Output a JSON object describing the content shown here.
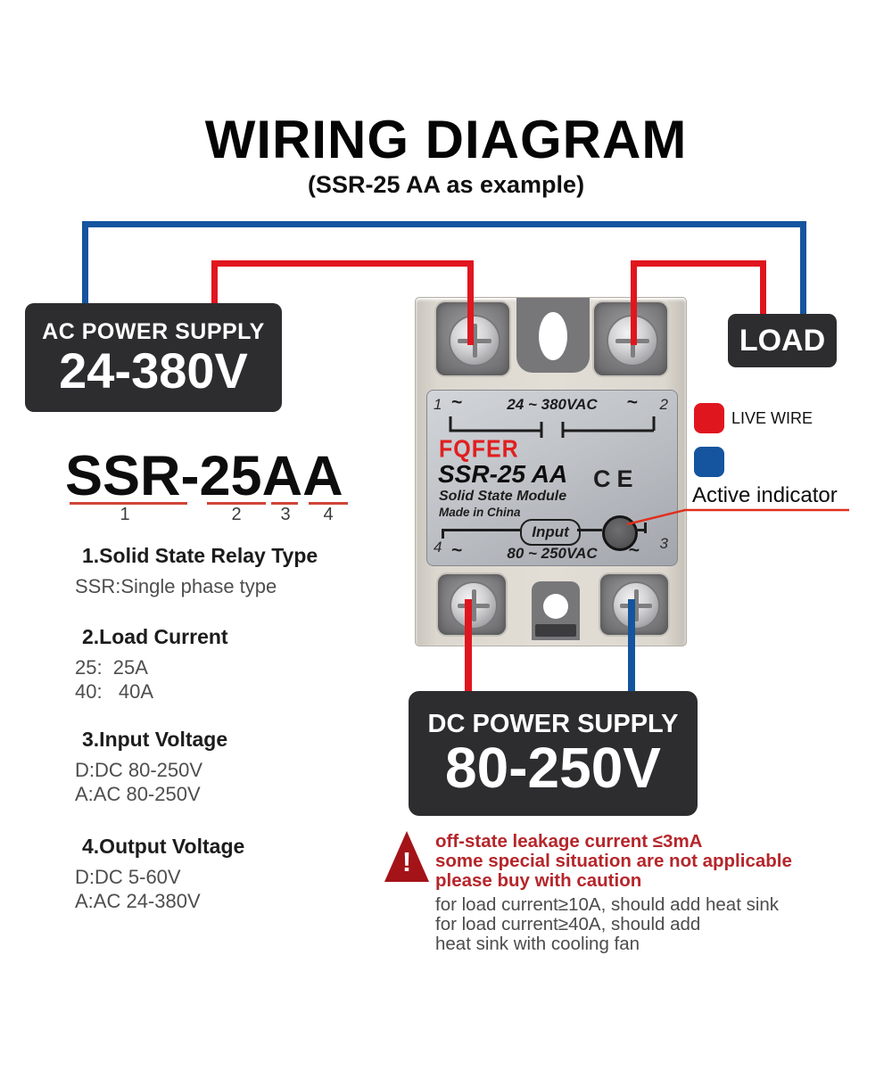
{
  "title": {
    "main": "WIRING DIAGRAM",
    "subtitle": "(SSR-25 AA as example)"
  },
  "colors": {
    "wire_red": "#e0161f",
    "wire_blue": "#15549f",
    "panel_dark": "#2d2d2f",
    "underline_red": "#cf4537",
    "warning_red": "#b5262b",
    "logo_red": "#e01f1f",
    "pointer_red": "#e0301e"
  },
  "boxes": {
    "ac": {
      "label": "AC POWER SUPPLY",
      "value": "24-380V"
    },
    "load": {
      "label": "LOAD"
    },
    "dc": {
      "label": "DC POWER SUPPLY",
      "value": "80-250V"
    }
  },
  "legend": {
    "live_wire": "LIVE WIRE",
    "active_indicator": "Active indicator"
  },
  "module": {
    "terminal_1": "1",
    "terminal_2": "2",
    "terminal_3": "3",
    "terminal_4": "4",
    "tilde": "~",
    "top_rating": "24 ~ 380VAC",
    "bottom_rating": "80 ~ 250VAC",
    "brand": "FQFER",
    "model": "SSR-25 AA",
    "type": "Solid State Module",
    "origin": "Made in China",
    "ce_mark": "CE",
    "input_label": "Input"
  },
  "model_breakdown": {
    "model": "SSR-25AA",
    "markers": [
      "1",
      "2",
      "3",
      "4"
    ],
    "items": [
      {
        "heading": "1.Solid State Relay Type",
        "lines": [
          "SSR:Single phase type",
          ""
        ]
      },
      {
        "heading": "2.Load Current",
        "lines": [
          "25:  25A",
          "40:   40A"
        ]
      },
      {
        "heading": "3.Input Voltage",
        "lines": [
          "D:DC 80-250V",
          "A:AC 80-250V"
        ]
      },
      {
        "heading": "4.Output Voltage",
        "lines": [
          "D:DC 5-60V",
          "A:AC 24-380V"
        ]
      }
    ]
  },
  "warning": {
    "exclamation": "!",
    "red_lines": [
      "off-state leakage current ≤3mA",
      "some special situation are not applicable",
      "please buy with caution"
    ],
    "gray_lines": [
      "for load current≥10A, should add heat sink",
      "for load current≥40A, should add",
      "heat sink with cooling fan"
    ]
  }
}
